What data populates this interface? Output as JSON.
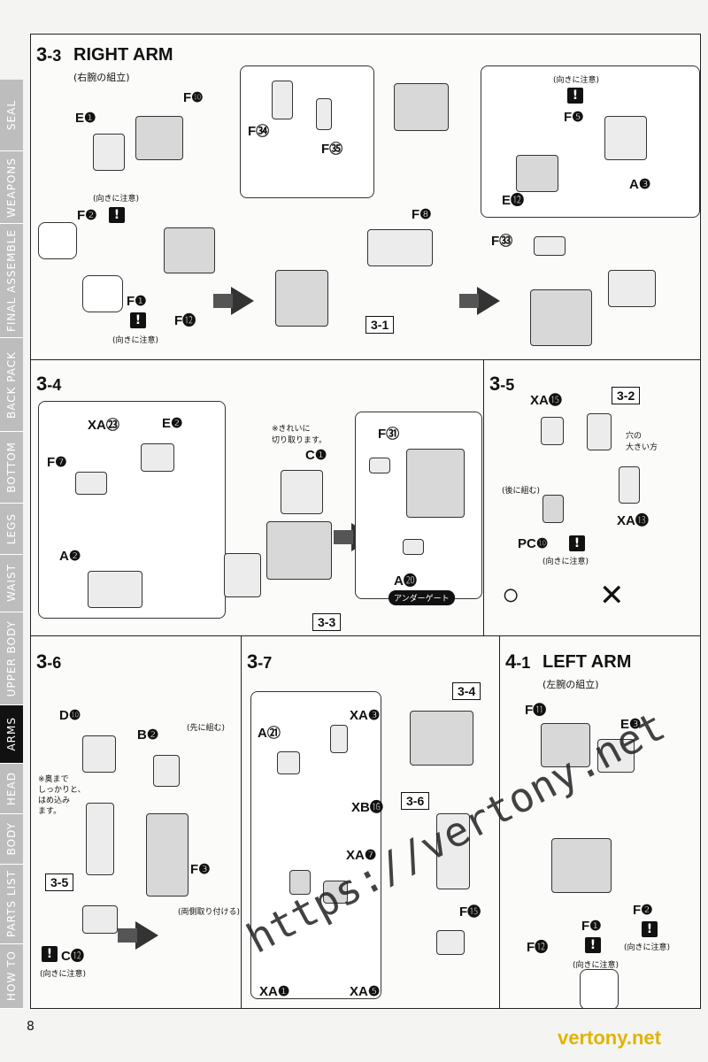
{
  "sidebar": {
    "tabs": [
      {
        "label": "HOW TO",
        "active": false
      },
      {
        "label": "PARTS LIST",
        "active": false
      },
      {
        "label": "BODY",
        "active": false
      },
      {
        "label": "HEAD",
        "active": false
      },
      {
        "label": "ARMS",
        "active": true
      },
      {
        "label": "UPPER BODY",
        "active": false
      },
      {
        "label": "WAIST",
        "active": false
      },
      {
        "label": "LEGS",
        "active": false
      },
      {
        "label": "BOTTOM",
        "active": false
      },
      {
        "label": "BACK PACK",
        "active": false
      },
      {
        "label": "FINAL ASSEMBLE",
        "active": false
      },
      {
        "label": "WEAPONS",
        "active": false
      },
      {
        "label": "SEAL",
        "active": false
      }
    ]
  },
  "step33": {
    "step": "3",
    "sub": "-3",
    "title": "RIGHT ARM",
    "subtitle": "(右腕の組立)",
    "labels": {
      "e1": "E❶",
      "f10": "F❿",
      "f2": "F❷",
      "f1": "F❶",
      "f12": "F⓬",
      "f34": "F㉞",
      "f35": "F㉟",
      "f8": "F❽",
      "ref31": "3-1",
      "f5": "F❺",
      "a3": "A❸",
      "e12": "E⓬",
      "f33": "F㉝"
    },
    "note_careful": "(向きに注意)",
    "warn": "!"
  },
  "step34": {
    "step": "3",
    "sub": "-4",
    "labels": {
      "xa23": "XA㉓",
      "e2": "E❷",
      "f7": "F❼",
      "a2": "A❷",
      "c1": "C❶",
      "f31": "F㉛",
      "a20": "A⓴",
      "ref33": "3-3"
    },
    "note_clean": "※きれいに\n切り取ります。",
    "tag_undergate": "アンダーゲート"
  },
  "step35": {
    "step": "3",
    "sub": "-5",
    "labels": {
      "xa15": "XA⓯",
      "ref32": "3-2",
      "xa13": "XA⓭",
      "pc10": "PC❿"
    },
    "note_hole": "穴の\n大きい方",
    "note_after": "(後に組む)",
    "note_careful": "(向きに注意)",
    "ok": "○",
    "ng": "✕"
  },
  "step36": {
    "step": "3",
    "sub": "-6",
    "labels": {
      "d10": "D❿",
      "b2": "B❷",
      "f3": "F❸",
      "c12": "C⓬",
      "ref35": "3-5"
    },
    "note_push": "※奥まで\nしっかりと、\nはめ込み\nます。",
    "note_first": "(先に組む)",
    "note_both": "(両側取り付ける)",
    "note_careful": "(向きに注意)"
  },
  "step37": {
    "step": "3",
    "sub": "-7",
    "labels": {
      "a21": "A㉑",
      "xa3": "XA❸",
      "xb16": "XB⓰",
      "xa7": "XA❼",
      "xa1": "XA❶",
      "xa5": "XA❺",
      "ref34": "3-4",
      "ref36": "3-6",
      "f15": "F⓯"
    }
  },
  "step41": {
    "step": "4",
    "sub": "-1",
    "title": "LEFT ARM",
    "subtitle": "(左腕の組立)",
    "labels": {
      "f11": "F⓫",
      "e3": "E❸",
      "f2": "F❷",
      "f1": "F❶",
      "f12": "F⓬"
    },
    "note_careful": "(向きに注意)"
  },
  "page_number": "8",
  "watermark": "https://vertony.net",
  "watermark_corner": "vertony.net"
}
